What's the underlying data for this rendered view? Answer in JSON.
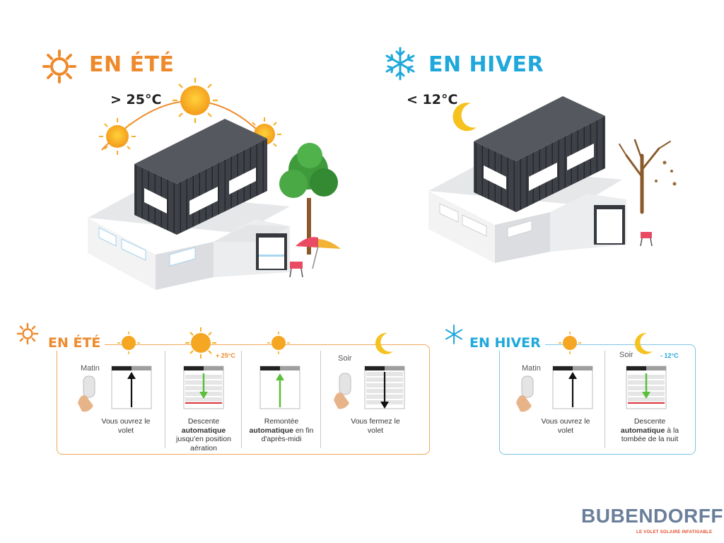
{
  "top": {
    "summer": {
      "title": "EN ÉTÉ",
      "temp": "> 25°C"
    },
    "winter": {
      "title": "EN HIVER",
      "temp": "< 12°C"
    }
  },
  "panels": {
    "summer": {
      "title": "EN ÉTÉ",
      "temp_mark": "+ 25°C",
      "steps": [
        {
          "time_label": "Matin",
          "caption_pre": "Vous ouvrez le volet",
          "caption_bold": "",
          "caption_post": ""
        },
        {
          "time_label": "",
          "caption_pre": "Descente",
          "caption_bold": "automatique",
          "caption_post": "jusqu'en position aération"
        },
        {
          "time_label": "",
          "caption_pre": "Remontée",
          "caption_bold": "automatique",
          "caption_post": "en fin d'après-midi"
        },
        {
          "time_label": "Soir",
          "caption_pre": "Vous fermez le volet",
          "caption_bold": "",
          "caption_post": ""
        }
      ]
    },
    "winter": {
      "title": "EN HIVER",
      "temp_mark": "- 12°C",
      "steps": [
        {
          "time_label": "Matin",
          "caption_pre": "Vous ouvrez le volet",
          "caption_bold": "",
          "caption_post": ""
        },
        {
          "time_label": "Soir",
          "caption_pre": "Descente",
          "caption_bold": "automatique",
          "caption_post": "à la tombée de la nuit"
        }
      ]
    }
  },
  "brand": {
    "name": "BUBENDORFF",
    "tagline": "LE VOLET SOLAIRE INFATIGABLE"
  },
  "colors": {
    "orange": "#ee8a2c",
    "blue": "#1fa8dc",
    "sun": "#f5a623",
    "house_dark": "#3a3d42",
    "green_arrow": "#5bbf3a",
    "red_line": "#d9343a"
  }
}
